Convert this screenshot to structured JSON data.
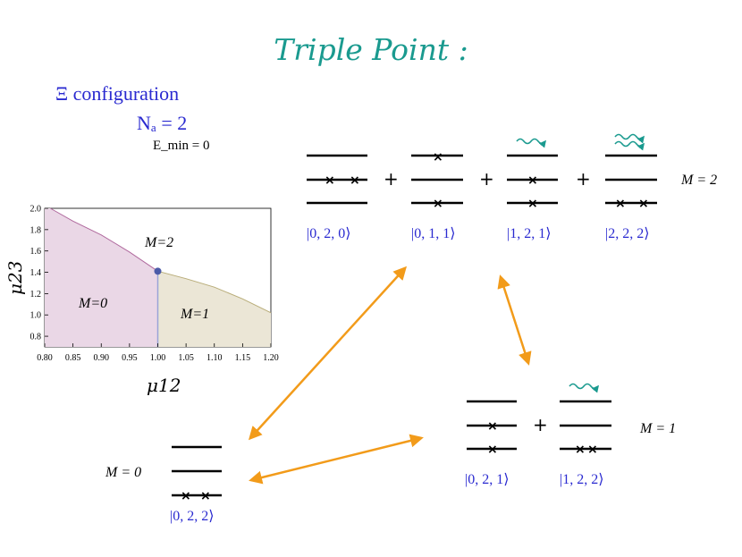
{
  "header": {
    "title": "Triple  Point   :",
    "configuration": "Ξ configuration",
    "na": "Nₐ = 2",
    "emin": "E_min = 0"
  },
  "colors": {
    "title": "#1a9a8f",
    "ket": "#2a2ad0",
    "arrow": "#f29b1a",
    "region_m0": "#ead7e6",
    "region_m1": "#ebe6d6",
    "boundary_m0": "#b06a9e",
    "boundary_m1": "#b8ac78",
    "boundary_vertical": "#9aa3d8",
    "triple_point": "#4b5aa8"
  },
  "chart_data": {
    "type": "area",
    "xlabel": "μ12",
    "ylabel": "μ23",
    "xlim": [
      0.8,
      1.2
    ],
    "ylim": [
      0.7,
      2.0
    ],
    "xticks": [
      "0.80",
      "0.85",
      "0.90",
      "0.95",
      "1.00",
      "1.05",
      "1.10",
      "1.15",
      "1.20"
    ],
    "yticks": [
      "0.8",
      "1.0",
      "1.2",
      "1.4",
      "1.6",
      "1.8",
      "2.0"
    ],
    "regions": [
      {
        "label": "M=0"
      },
      {
        "label": "M=1"
      },
      {
        "label": "M=2"
      }
    ],
    "boundary_left": {
      "x": [
        0.81,
        0.85,
        0.9,
        0.95,
        1.0
      ],
      "y": [
        2.0,
        1.88,
        1.75,
        1.59,
        1.41
      ]
    },
    "boundary_right": {
      "x": [
        1.0,
        1.05,
        1.1,
        1.15,
        1.2
      ],
      "y": [
        1.41,
        1.34,
        1.26,
        1.15,
        1.02
      ]
    },
    "vertical_boundary": {
      "x": 1.0,
      "y": [
        0.7,
        1.41
      ]
    },
    "triple_point": {
      "x": 1.0,
      "y": 1.41
    }
  },
  "states": {
    "m2": {
      "label": "M = 2",
      "plus": "+",
      "kets": [
        "|0, 2, 0⟩",
        "|0, 1, 1⟩",
        "|1, 2, 1⟩",
        "|2, 2, 2⟩"
      ]
    },
    "m1": {
      "label": "M = 1",
      "plus": "+",
      "kets": [
        "|0, 2, 1⟩",
        "|1, 2, 2⟩"
      ]
    },
    "m0": {
      "label": "M = 0",
      "kets": [
        "|0, 2, 2⟩"
      ]
    }
  }
}
